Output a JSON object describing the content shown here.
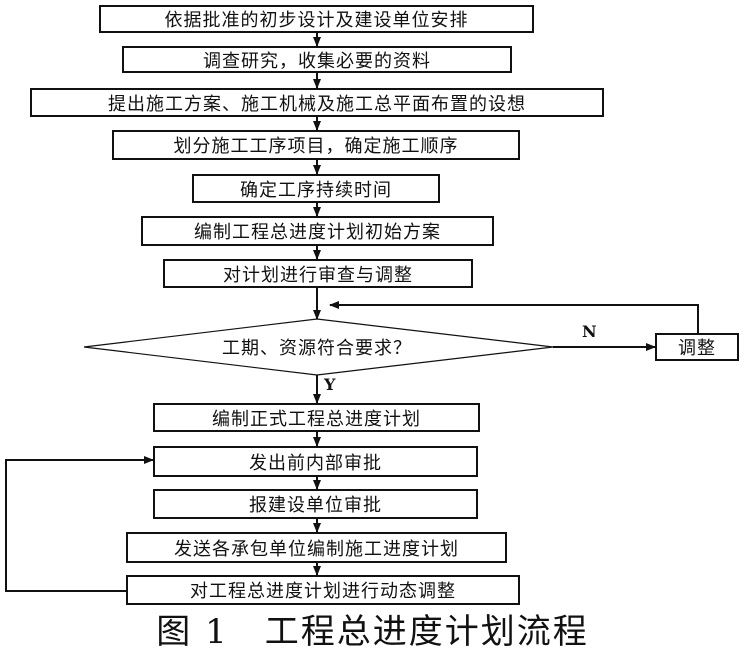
{
  "steps": [
    "依据批准的初步设计及建设单位安排",
    "调查研究，收集必要的资料",
    "提出施工方案、施工机械及施工总平面布置的设想",
    "划分施工工序项目，确定施工顺序",
    "确定工序持续时间",
    "编制工程总进度计划初始方案",
    "对计划进行审查与调整"
  ],
  "decision": "工期、资源符合要求？",
  "yes_label": "Y",
  "no_label": "N",
  "adjust_box": "调整",
  "steps_after": [
    "编制正式工程总进度计划",
    "发出前内部审批",
    "报建设单位审批",
    "发送各承包单位编制施工进度计划",
    "对工程总进度计划进行动态调整"
  ],
  "caption": "图 1　工程总进度计划流程"
}
